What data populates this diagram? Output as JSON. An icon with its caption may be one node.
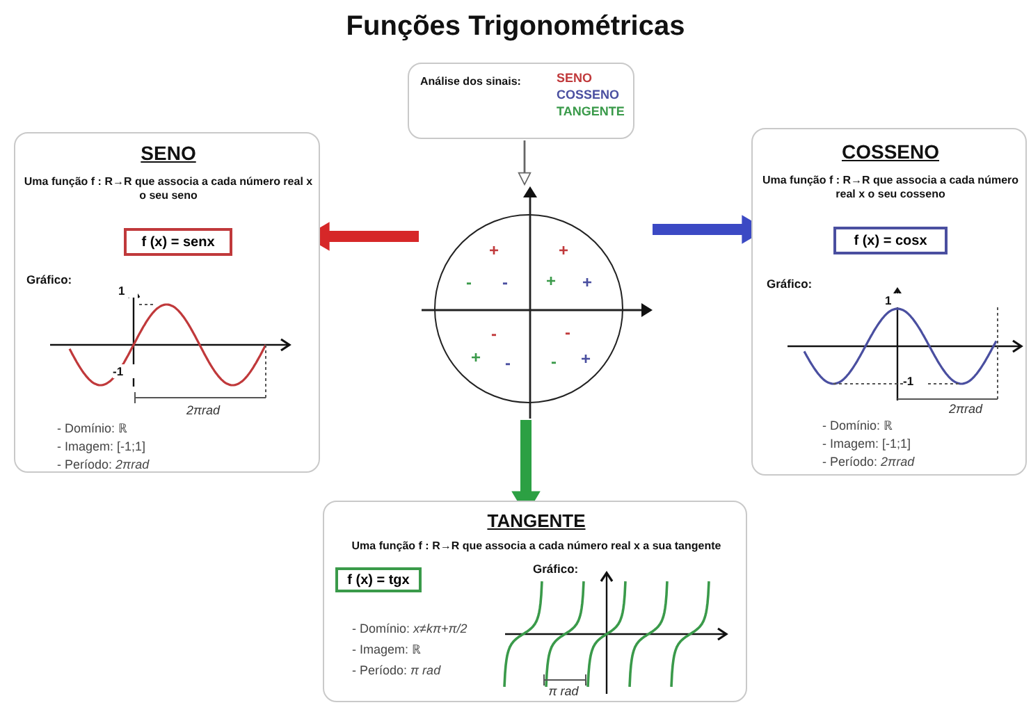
{
  "diagram": {
    "title": "Funções Trigonométricas",
    "nodes": [
      {
        "text": [
          "Análise dos sinais:",
          "SENO",
          "COSSENO",
          "TANGENTE"
        ]
      },
      {
        "text": [
          "+",
          "+",
          "-",
          "-",
          "+",
          "+",
          "-",
          "-",
          "+",
          "-",
          "-",
          "+"
        ]
      },
      {
        "text": [
          "SENO",
          "Uma função f : R→R que associa a cada número real x o seu seno",
          "Gráfico:",
          "1",
          "-1",
          "2πrad",
          "- Domínio: ℝ",
          "- Imagem: [-1;1]",
          "- Período: *2πrad*"
        ]
      },
      {
        "text": [
          "f (x) = senx"
        ],
        "in": 2
      },
      {
        "text": [
          "COSSENO",
          "Uma função f : R→R que associa a cada número real x o seu cosseno",
          "Gráfico:",
          "1",
          "-1",
          "2πrad",
          "- Domínio: ℝ",
          "- Imagem: [-1;1]",
          "- Período: *2πrad*"
        ]
      },
      {
        "text": [
          "f (x) = cosx"
        ],
        "in": 4
      },
      {
        "text": [
          "TANGENTE",
          "Uma função f : R→R que associa a cada número real x a sua tangente",
          "Gráfico:",
          "- Domínio: *x≠kπ+π/2*",
          "- Imagem: ℝ",
          "- Período: *π rad*",
          "π rad"
        ]
      },
      {
        "text": [
          "f (x) = tgx"
        ],
        "in": 6
      }
    ],
    "edges": [
      {
        "from": 0,
        "to": 1,
        "arrow": "to"
      },
      {
        "from": 1,
        "to": 2,
        "arrow": "to",
        "color": "#d62728"
      },
      {
        "from": 1,
        "to": 4,
        "arrow": "to",
        "color": "#3b49c4"
      },
      {
        "from": 1,
        "to": 6,
        "arrow": "to",
        "color": "#2ca043"
      }
    ]
  }
}
